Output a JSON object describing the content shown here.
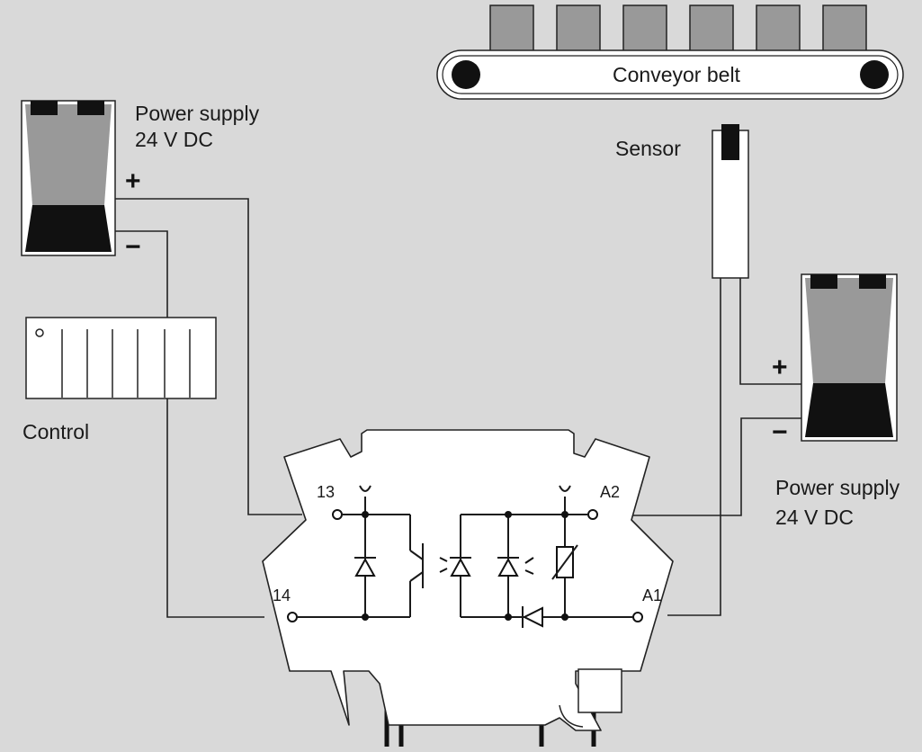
{
  "labels": {
    "conveyor": "Conveyor belt",
    "sensor": "Sensor",
    "control": "Control",
    "power_supply_left": [
      "Power supply",
      "24 V DC"
    ],
    "power_supply_right": [
      "Power supply",
      "24 V DC"
    ],
    "plus": "+",
    "minus": "−"
  },
  "terminals": {
    "t13": "13",
    "t14": "14",
    "a1": "A1",
    "a2": "A2"
  },
  "icons": {
    "conveyor": "conveyor-belt-icon",
    "sensor": "proximity-sensor-icon",
    "power_supply": "power-supply-icon",
    "control": "plc-control-icon",
    "module": "relay-module-icon"
  },
  "colors": {
    "background": "#d9d9d9",
    "housing_fill": "#ffffff",
    "dark": "#111111",
    "block_gray": "#999999",
    "line": "#222222"
  }
}
